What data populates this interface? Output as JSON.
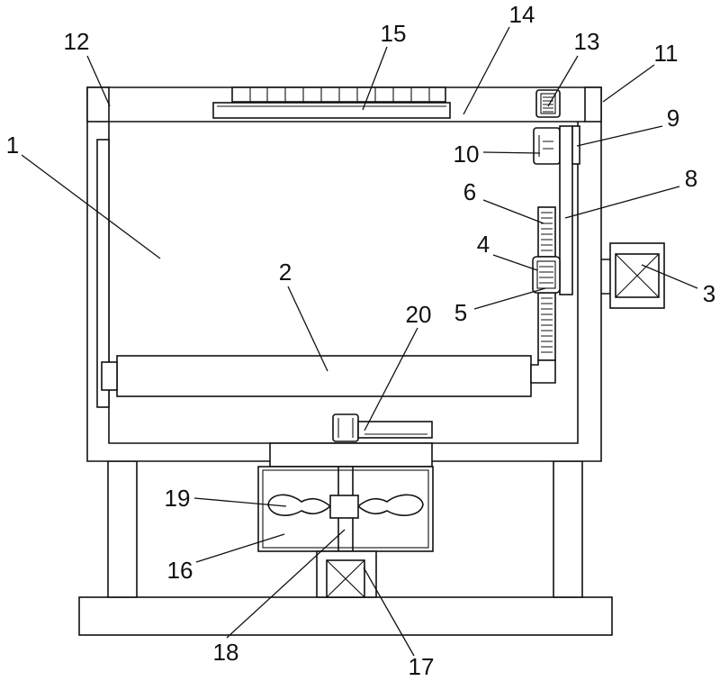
{
  "callouts": {
    "c1": "1",
    "c2": "2",
    "c3": "3",
    "c4": "4",
    "c5": "5",
    "c6": "6",
    "c8": "8",
    "c9": "9",
    "c10": "10",
    "c11": "11",
    "c12": "12",
    "c13": "13",
    "c14": "14",
    "c15": "15",
    "c16": "16",
    "c17": "17",
    "c18": "18",
    "c19": "19",
    "c20": "20"
  }
}
